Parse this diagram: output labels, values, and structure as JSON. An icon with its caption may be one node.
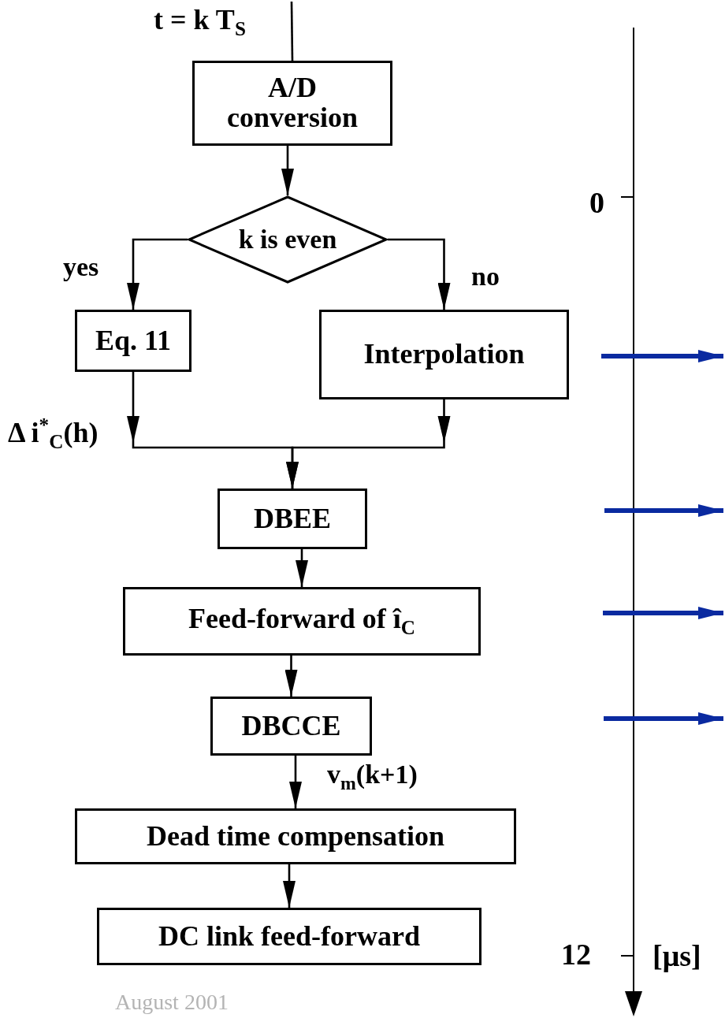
{
  "diagram": {
    "nodes": [
      {
        "text": [
          "t = k T$_{S}$"
        ]
      },
      {
        "text": [
          "A/D conversion"
        ]
      },
      {
        "text": [
          "k is even"
        ]
      },
      {
        "text": [
          "Eq. 11"
        ]
      },
      {
        "text": [
          "Interpolation"
        ]
      },
      {
        "text": [
          "DBEE"
        ]
      },
      {
        "text": [
          "Feed-forward of  î$_{C}$"
        ]
      },
      {
        "text": [
          "DBCCE"
        ]
      },
      {
        "text": [
          "Dead time compensation"
        ]
      },
      {
        "text": [
          "DC link feed-forward"
        ]
      }
    ],
    "edges": [
      {
        "from": 0,
        "to": 1,
        "arrow": "none"
      },
      {
        "from": 1,
        "to": 2,
        "arrow": "to"
      },
      {
        "from": 2,
        "to": 3,
        "arrow": "to",
        "label": "yes"
      },
      {
        "from": 2,
        "to": 4,
        "arrow": "to",
        "label": "no"
      },
      {
        "from": 3,
        "to": 5,
        "arrow": "to"
      },
      {
        "from": 4,
        "to": 5,
        "arrow": "to"
      },
      {
        "from": 5,
        "to": 6,
        "arrow": "to"
      },
      {
        "from": 6,
        "to": 7,
        "arrow": "to"
      },
      {
        "from": 7,
        "to": 8,
        "arrow": "to",
        "label": "v$_{m}$(k+1)"
      },
      {
        "from": 8,
        "to": 9,
        "arrow": "to"
      }
    ],
    "labels": [
      "0",
      "Δ i$^{*}$$_{C}$(h)",
      "12",
      "[μs]",
      "August 2001"
    ]
  }
}
